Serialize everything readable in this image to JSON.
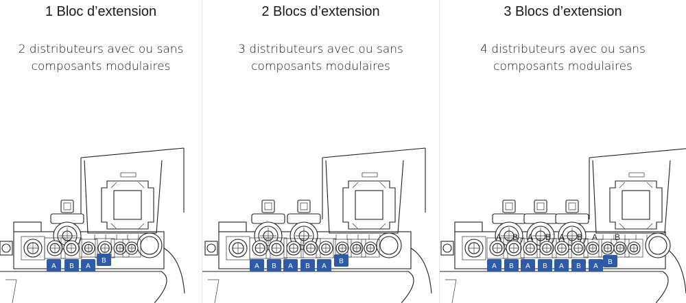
{
  "panels": [
    {
      "title": "1 Bloc d’extension",
      "subtitle_line1": "2 distributeurs avec ou sans",
      "subtitle_line2": "composants modulaires",
      "badges": [
        "A",
        "B",
        "A",
        "B"
      ]
    },
    {
      "title": "2 Blocs d’extension",
      "subtitle_line1": "3 distributeurs avec ou sans",
      "subtitle_line2": "composants modulaires",
      "badges": [
        "A",
        "B",
        "A",
        "B",
        "A",
        "B"
      ]
    },
    {
      "title": "3 Blocs d’extension",
      "subtitle_line1": "4 distributeurs avec ou sans",
      "subtitle_line2": "composants modulaires",
      "badges": [
        "A",
        "B",
        "A",
        "B",
        "A",
        "B",
        "A",
        "B"
      ],
      "port_labels": [
        "A",
        "B",
        "A",
        "B",
        "A",
        "B",
        "A",
        "B"
      ]
    }
  ],
  "colors": {
    "badge": "#2e5aa8",
    "line": "#1e1e1e",
    "separator": "#e6e6e6"
  }
}
